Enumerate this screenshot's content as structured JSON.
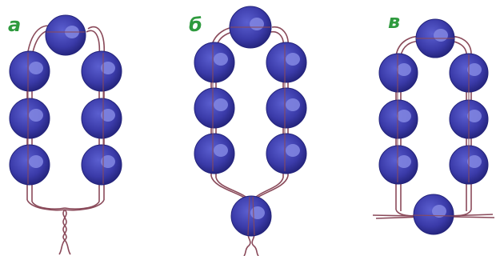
{
  "panels": [
    {
      "label": "а",
      "beads": 7,
      "thread_ends": "twisted"
    },
    {
      "label": "б",
      "beads": 8,
      "thread_ends": "twisted"
    },
    {
      "label": "в",
      "beads": 8,
      "thread_ends": "crossed"
    }
  ],
  "colors": {
    "label": "#2e9a3e",
    "bead": "#3a3aa8",
    "bead_dark": "#23237a",
    "bead_light": "#7f84e0",
    "thread": "#8a4a5a"
  }
}
